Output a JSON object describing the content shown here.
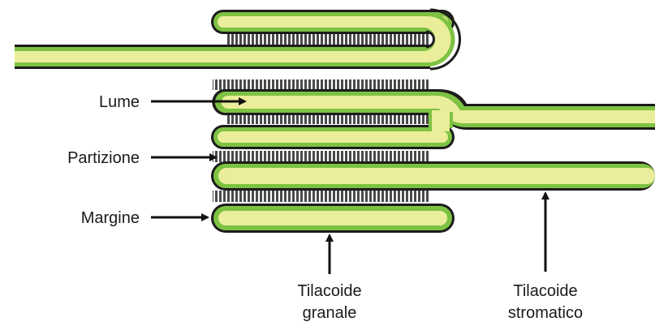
{
  "labels": {
    "lumen": "Lume",
    "partition": "Partizione",
    "margin": "Margine",
    "granal_line1": "Tilacoide",
    "granal_line2": "granale",
    "stromal_line1": "Tilacoide",
    "stromal_line2": "stromatico"
  },
  "colors": {
    "membrane_outer": "#1c1c1c",
    "membrane_green": "#7dc242",
    "lumen_fill": "#eaee9a",
    "stacking_lines": "#4a4a4a",
    "arrow": "#111111"
  }
}
